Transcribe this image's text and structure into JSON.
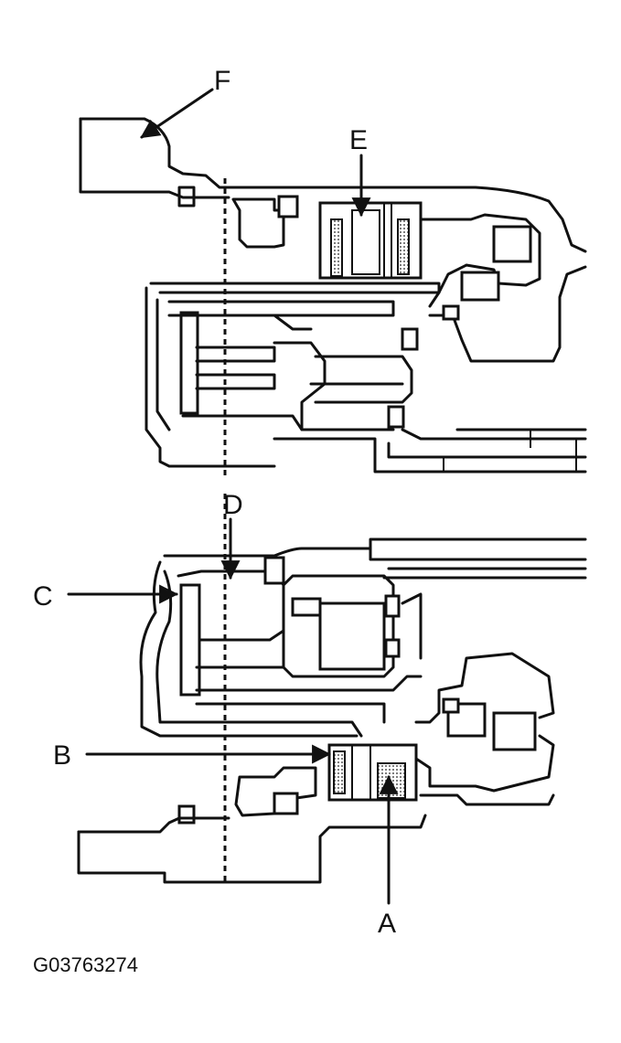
{
  "callouts": {
    "a": "A",
    "b": "B",
    "c": "C",
    "d": "D",
    "e": "E",
    "f": "F"
  },
  "figure_code": "G03763274"
}
